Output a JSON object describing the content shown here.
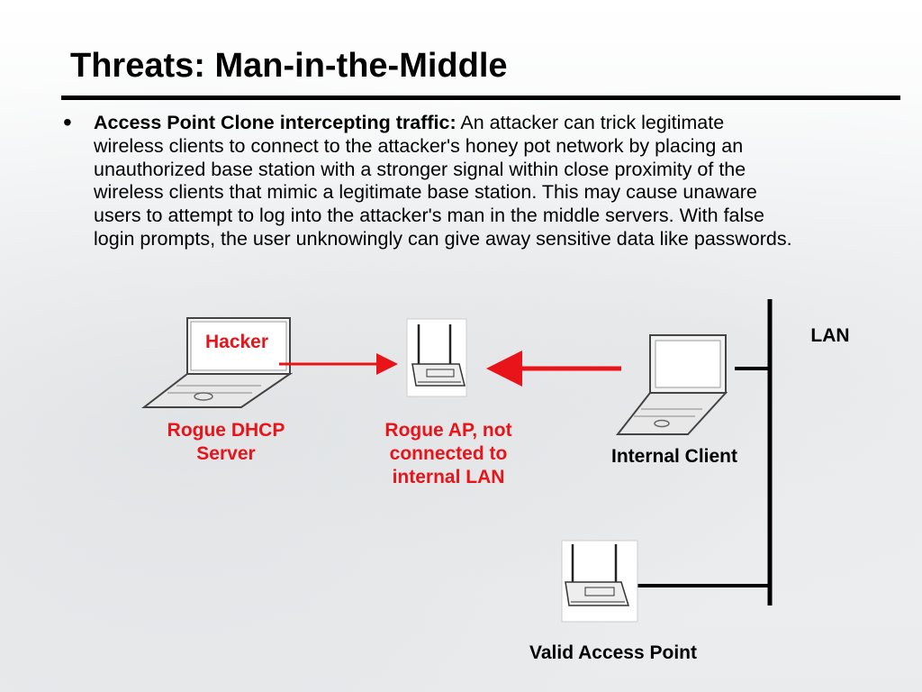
{
  "slide": {
    "title": "Threats: Man-in-the-Middle",
    "bullet_symbol": "•",
    "bullet_heading": "Access Point Clone intercepting traffic:",
    "bullet_text": " An attacker can trick legitimate wireless clients to connect to the attacker's honey pot network by placing an unauthorized base station with a stronger signal within close proximity of the wireless clients that mimic a legitimate base station.  This may cause unaware users to attempt to log into the attacker's man in the middle servers.  With false login prompts, the user unknowingly can give away sensitive data like passwords."
  },
  "diagram": {
    "hacker_screen_label": "Hacker",
    "rogue_dhcp_label_line1": "Rogue DHCP",
    "rogue_dhcp_label_line2": "Server",
    "rogue_ap_label_line1": "Rogue AP, not",
    "rogue_ap_label_line2": "connected to",
    "rogue_ap_label_line3": "internal LAN",
    "internal_client_label": "Internal Client",
    "lan_label": "LAN",
    "valid_ap_label": "Valid Access Point"
  },
  "colors": {
    "accent_red": "#e8141a",
    "text": "#000000"
  }
}
